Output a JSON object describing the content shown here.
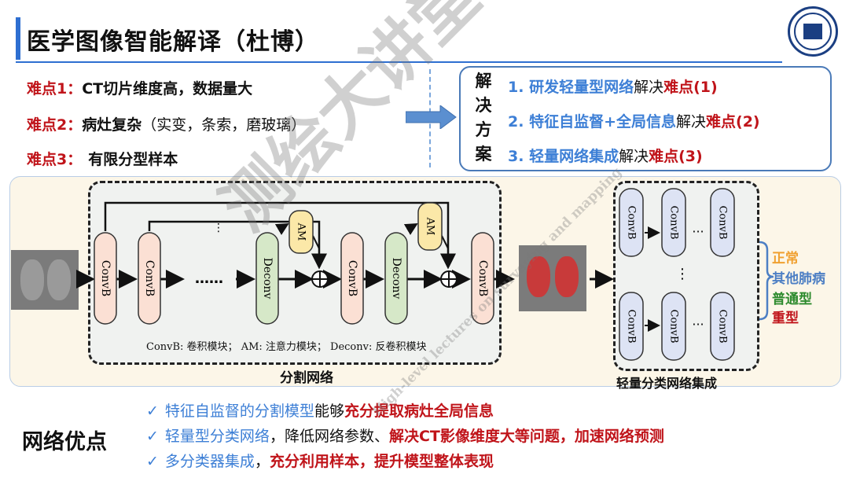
{
  "title": "医学图像智能解译（杜博）",
  "difficulties": [
    {
      "label": "难点1：",
      "text": "CT切片维度高，数据量大",
      "note": ""
    },
    {
      "label": "难点2：",
      "text": "病灶复杂",
      "note": "（实变，条索，磨玻璃）"
    },
    {
      "label": "难点3：",
      "text": "有限分型样本",
      "note": ""
    }
  ],
  "solution": {
    "vertical_label": [
      "解",
      "决",
      "方",
      "案"
    ],
    "lines": [
      {
        "num": "1.",
        "method": "研发轻量型网络",
        "verb": "解决",
        "target": "难点(1)"
      },
      {
        "num": "2.",
        "method": "特征自监督+全局信息",
        "verb": "解决",
        "target": "难点(2)"
      },
      {
        "num": "3.",
        "method": "轻量网络集成",
        "verb": "解决",
        "target": "难点(3)"
      }
    ]
  },
  "diagram": {
    "seg_network_label": "分割网络",
    "cls_network_label": "轻量分类网络集成",
    "blocks": {
      "convb": "ConvB",
      "deconv": "Deconv",
      "am": "AM",
      "dots": "……",
      "vdots": "⋮",
      "hdots": "···",
      "plus": "⊕"
    },
    "legend": "ConvB: 卷积模块； AM: 注意力模块； Deconv: 反卷积模块",
    "classes": [
      {
        "name": "正常",
        "color": "#f0a030"
      },
      {
        "name": "其他肺病",
        "color": "#4d7fc4"
      },
      {
        "name": "普通型",
        "color": "#2c8a2c"
      },
      {
        "name": "重型",
        "color": "#c0141a"
      }
    ]
  },
  "advantages": {
    "title": "网络优点",
    "items": [
      {
        "plain": "特征自监督的分割模型",
        "verb": "能够",
        "highlight": "充分提取病灶全局信息",
        "tail": ""
      },
      {
        "plain": "轻量型分类网络",
        "verb": "，降低网络参数、",
        "highlight": "解决CT影像维度大等问题，加速网络预测",
        "tail": ""
      },
      {
        "plain": "多分类器集成",
        "verb": "，",
        "highlight": "充分利用样本，提升模型整体表现",
        "tail": ""
      }
    ]
  },
  "watermark": {
    "main": "测绘大讲堂",
    "sub": "High-level lectures on surveying and mapping"
  },
  "colors": {
    "accent": "#2e6fd1",
    "red": "#c0141a",
    "blue": "#3d7fd6",
    "convb_fill": "#fbe0d4",
    "deconv_fill": "#d6e8c8",
    "am_fill": "#fbe8a8",
    "cls_fill": "#dde3f4"
  }
}
